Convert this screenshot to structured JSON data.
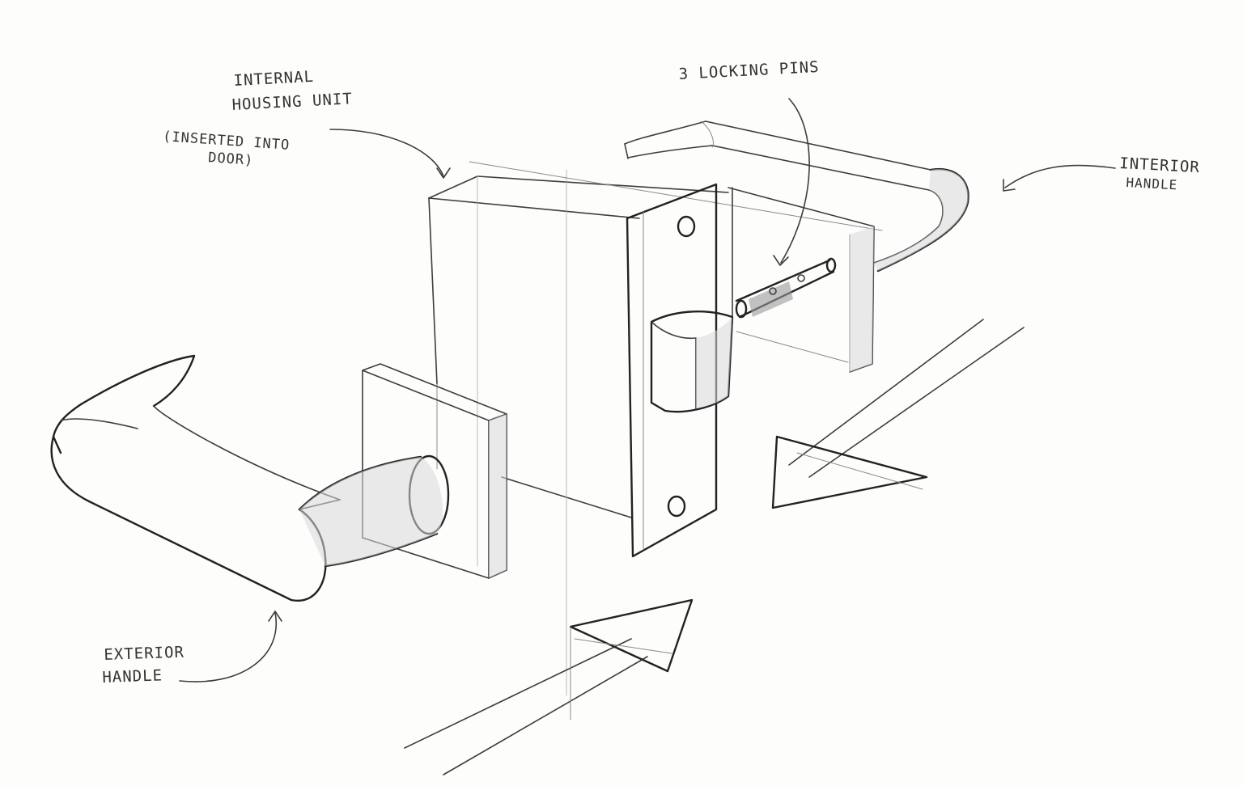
{
  "labels": {
    "internal_housing": {
      "line1": "INTERNAL",
      "line2": "HOUSING UNIT",
      "line3": "(INSERTED INTO",
      "line4": "DOOR)"
    },
    "locking_pins": "3 LOCKING PINS",
    "interior_handle": {
      "line1": "INTERIOR",
      "line2": "HANDLE"
    },
    "exterior_handle": {
      "line1": "EXTERIOR",
      "line2": "HANDLE"
    }
  },
  "style": {
    "paper_color": "#fdfdfc",
    "ink_color": "#3a3a3a"
  }
}
